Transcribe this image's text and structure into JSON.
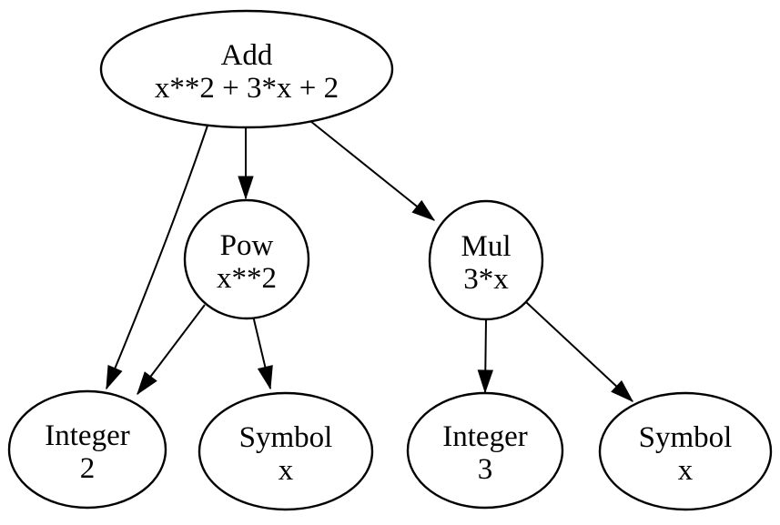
{
  "diagram": {
    "kind": "expression-tree",
    "expression": "x**2 + 3*x + 2",
    "background_color": "#ffffff",
    "stroke_color": "#000000",
    "node_fill_color": "#ffffff",
    "nodes": [
      {
        "id": "add",
        "line1": "Add",
        "line2": "x**2 + 3*x + 2"
      },
      {
        "id": "pow",
        "line1": "Pow",
        "line2": "x**2"
      },
      {
        "id": "mul",
        "line1": "Mul",
        "line2": "3*x"
      },
      {
        "id": "integer-2",
        "line1": "Integer",
        "line2": "2"
      },
      {
        "id": "symbol-x-left",
        "line1": "Symbol",
        "line2": "x"
      },
      {
        "id": "integer-3",
        "line1": "Integer",
        "line2": "3"
      },
      {
        "id": "symbol-x-right",
        "line1": "Symbol",
        "line2": "x"
      }
    ],
    "edges": [
      {
        "from": "add",
        "to": "integer-2"
      },
      {
        "from": "add",
        "to": "pow"
      },
      {
        "from": "add",
        "to": "mul"
      },
      {
        "from": "pow",
        "to": "integer-2"
      },
      {
        "from": "pow",
        "to": "symbol-x-left"
      },
      {
        "from": "mul",
        "to": "integer-3"
      },
      {
        "from": "mul",
        "to": "symbol-x-right"
      }
    ]
  }
}
